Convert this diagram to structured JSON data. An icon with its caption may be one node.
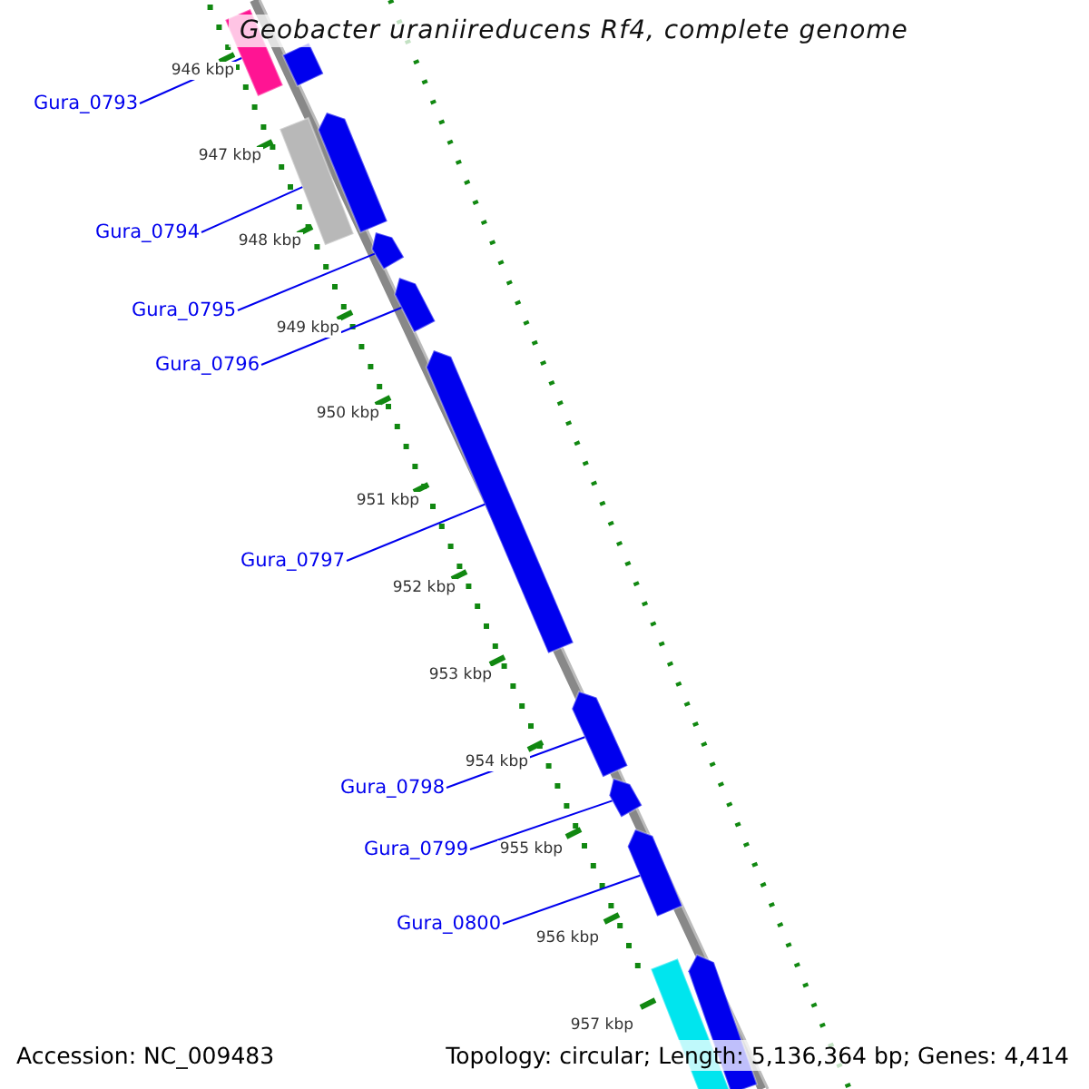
{
  "diagram": {
    "title": "Geobacter uraniireducens Rf4, complete genome",
    "nodes": [
      {
        "text": [
          "Gura_0793"
        ]
      },
      {
        "text": [],
        "shape": "bar"
      },
      {
        "text": [
          "Gura_0794"
        ]
      },
      {
        "text": [],
        "shape": "bar"
      },
      {
        "text": [
          "Gura_0795"
        ]
      },
      {
        "text": [],
        "shape": "arrow"
      },
      {
        "text": [
          "Gura_0796"
        ]
      },
      {
        "text": [],
        "shape": "arrow"
      },
      {
        "text": [
          "Gura_0797"
        ]
      },
      {
        "text": [],
        "shape": "arrow"
      },
      {
        "text": [
          "Gura_0798"
        ]
      },
      {
        "text": [],
        "shape": "arrow"
      },
      {
        "text": [
          "Gura_0799"
        ]
      },
      {
        "text": [],
        "shape": "arrow"
      },
      {
        "text": [
          "Gura_0800"
        ]
      },
      {
        "text": [],
        "shape": "arrow"
      },
      {
        "text": [],
        "shape": "bar"
      },
      {
        "text": [],
        "shape": "arrow"
      },
      {
        "text": [],
        "shape": "bar"
      },
      {
        "text": [],
        "shape": "arrow"
      }
    ],
    "edges": [
      {
        "from": 0,
        "to": 1,
        "arrow": "none"
      },
      {
        "from": 2,
        "to": 3,
        "arrow": "none"
      },
      {
        "from": 4,
        "to": 5,
        "arrow": "none"
      },
      {
        "from": 6,
        "to": 7,
        "arrow": "none"
      },
      {
        "from": 8,
        "to": 9,
        "arrow": "none"
      },
      {
        "from": 10,
        "to": 11,
        "arrow": "none"
      },
      {
        "from": 12,
        "to": 13,
        "arrow": "none"
      },
      {
        "from": 14,
        "to": 15,
        "arrow": "none"
      }
    ],
    "labels": [
      "946 kbp",
      "947 kbp",
      "948 kbp",
      "949 kbp",
      "950 kbp",
      "951 kbp",
      "952 kbp",
      "953 kbp",
      "954 kbp",
      "955 kbp",
      "956 kbp",
      "957 kbp",
      "Accession: NC_009483",
      "Topology: circular; Length: 5,136,364 bp; Genes: 4,414"
    ]
  }
}
